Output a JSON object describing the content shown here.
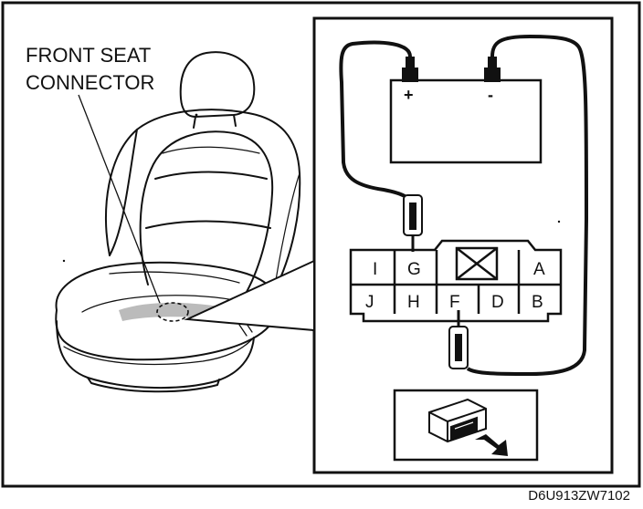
{
  "callout": {
    "line1": "FRONT SEAT",
    "line2": "CONNECTOR"
  },
  "battery": {
    "positive": "+",
    "negative": "-"
  },
  "connector": {
    "top_row": [
      "I",
      "G",
      "A"
    ],
    "bottom_row": [
      "J",
      "H",
      "F",
      "D",
      "B"
    ]
  },
  "figure_code": "D6U913ZW7102",
  "icons": {
    "seat": "car-seat-illustration",
    "battery": "battery-icon",
    "probe": "test-probe-icon",
    "connector_inset": "connector-plug-icon",
    "arrow": "insert-arrow-icon"
  },
  "colors": {
    "ink": "#111111",
    "paper": "#ffffff"
  }
}
